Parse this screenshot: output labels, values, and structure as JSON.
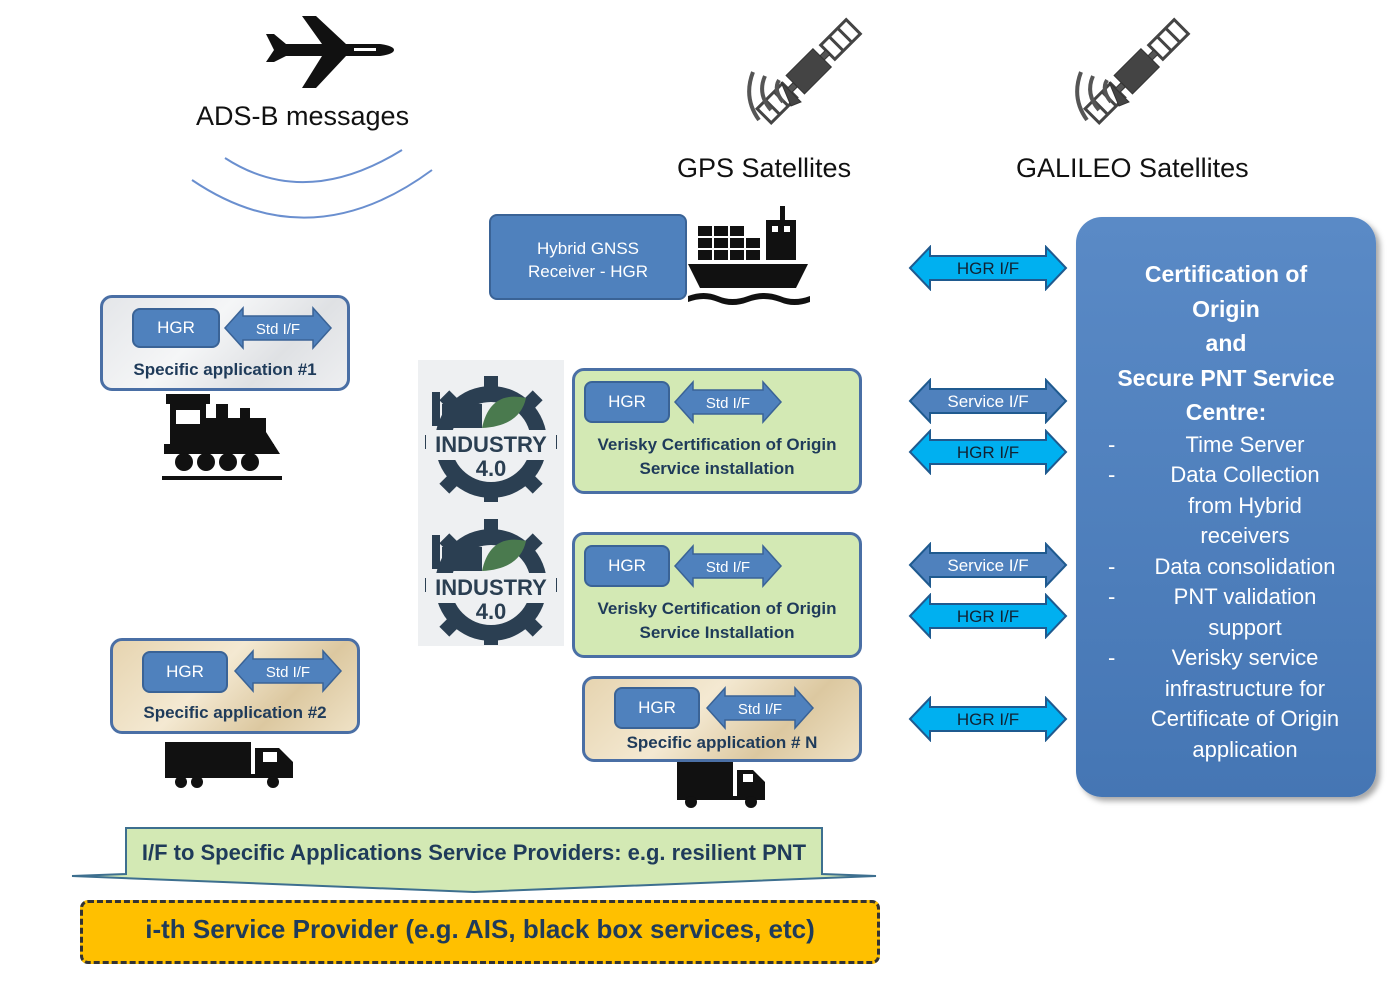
{
  "labels": {
    "adsb": "ADS-B messages",
    "gps": "GPS Satellites",
    "galileo": "GALILEO Satellites"
  },
  "hybrid_receiver": {
    "line1": "Hybrid GNSS",
    "line2": "Receiver - HGR"
  },
  "industry_badge": {
    "word": "INDUSTRY",
    "version": "4.0"
  },
  "apps": {
    "app1": {
      "hgr": "HGR",
      "std": "Std I/F",
      "caption": "Specific application #1"
    },
    "verisky1": {
      "hgr": "HGR",
      "std": "Std I/F",
      "caption_line1": "Verisky Certification of Origin",
      "caption_line2": "Service installation"
    },
    "verisky2": {
      "hgr": "HGR",
      "std": "Std I/F",
      "caption_line1": "Verisky Certification of Origin",
      "caption_line2": "Service Installation"
    },
    "app2": {
      "hgr": "HGR",
      "std": "Std I/F",
      "caption": "Specific application #2"
    },
    "appN": {
      "hgr": "HGR",
      "std": "Std I/F",
      "caption": "Specific application # N"
    }
  },
  "interfaces": {
    "ship_hgr": "HGR I/F",
    "verisky1_service": "Service I/F",
    "verisky1_hgr": "HGR I/F",
    "verisky2_service": "Service I/F",
    "verisky2_hgr": "HGR I/F",
    "appN_hgr": "HGR I/F"
  },
  "centre": {
    "title_lines": [
      "Certification  of",
      "Origin",
      "and",
      "Secure PNT Service",
      "Centre:"
    ],
    "items": [
      [
        "Time Server"
      ],
      [
        "Data Collection",
        "from Hybrid",
        "receivers"
      ],
      [
        "Data consolidation"
      ],
      [
        "PNT validation",
        "support"
      ],
      [
        "Verisky service",
        "infrastructure for",
        "Certificate of Origin",
        "application"
      ]
    ],
    "bullet": "-"
  },
  "bottom": {
    "if_banner": "I/F to Specific Applications Service Providers: e.g. resilient PNT",
    "provider": "i-th Service Provider (e.g.  AIS, black box services, etc)"
  },
  "colors": {
    "box_blue": "#4f81bd",
    "arrow_cyan": "#00b0f0",
    "arrow_blue": "#4f81bd",
    "green_panel": "#d3e9b4",
    "provider_orange": "#ffc000",
    "banner_green": "#d3e9b4"
  },
  "icons": [
    "airplane-icon",
    "satellite-icon",
    "ship-icon",
    "train-icon",
    "truck-icon",
    "industry-gear-icon"
  ]
}
